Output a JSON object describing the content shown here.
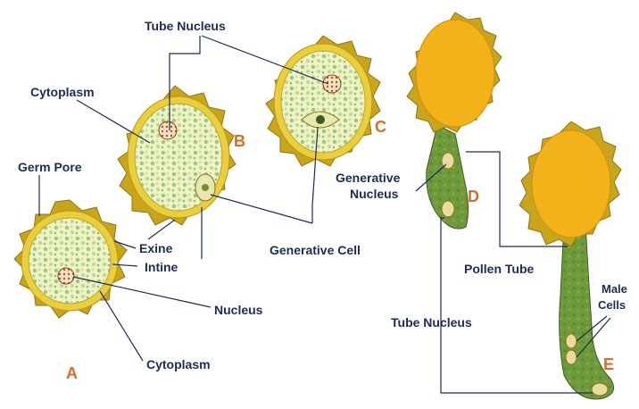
{
  "labels": {
    "tube_nucleus_top": "Tube Nucleus",
    "cytoplasm_top": "Cytoplasm",
    "germ_pore": "Germ Pore",
    "exine": "Exine",
    "intine": "Intine",
    "nucleus": "Nucleus",
    "cytoplasm_bottom": "Cytoplasm",
    "generative_cell": "Generative Cell",
    "generative_nucleus_1": "Generative",
    "generative_nucleus_2": "Nucleus",
    "pollen_tube": "Pollen Tube",
    "tube_nucleus_bottom": "Tube Nucleus",
    "male_cells_1": "Male",
    "male_cells_2": "Cells"
  },
  "stage_letters": {
    "a": "A",
    "b": "B",
    "c": "C",
    "d": "D",
    "e": "E"
  },
  "colors": {
    "wall_outer": "#c9a51c",
    "wall_inner": "#e9cf3e",
    "cytoplasm_bg": "#eef2c8",
    "cytoplasm_dots": "#9cc77a",
    "pollen_grain_yellow": "#f2b21a",
    "tube_green": "#6f9a3c",
    "label_text": "#1c2b5a",
    "stage_letter": "#e06a1f"
  }
}
